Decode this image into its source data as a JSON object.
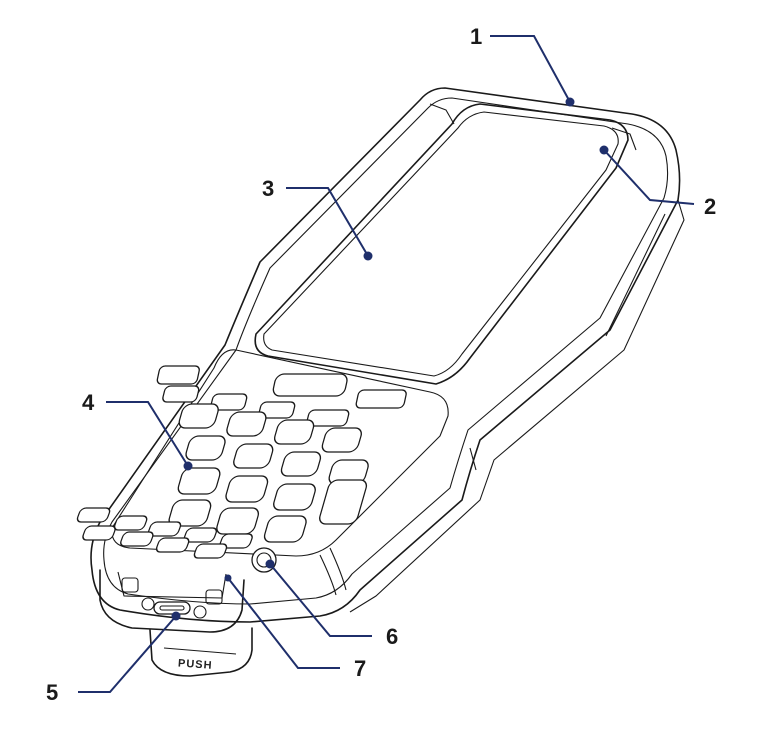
{
  "callouts": [
    {
      "number": "1",
      "part": "device-top-edge"
    },
    {
      "number": "2",
      "part": "upper-right-corner"
    },
    {
      "number": "3",
      "part": "screen"
    },
    {
      "number": "4",
      "part": "keypad"
    },
    {
      "number": "5",
      "part": "bottom-connector"
    },
    {
      "number": "6",
      "part": "round-button"
    },
    {
      "number": "7",
      "part": "indicator-hole"
    }
  ],
  "connector_label": "PUSH",
  "colors": {
    "outline": "#1a1a1a",
    "leader": "#1f2f6b",
    "background": "#ffffff"
  }
}
